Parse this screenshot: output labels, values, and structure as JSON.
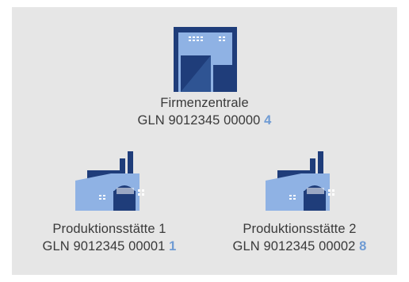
{
  "colors": {
    "background": "#e6e6e6",
    "dark_blue": "#1f3d7a",
    "light_blue": "#8fb2e4",
    "check_digit": "#6f9bd3",
    "text": "#3a3a3a"
  },
  "nodes": [
    {
      "icon": "office-building-icon",
      "name": "Firmenzentrale",
      "gln_prefix": "GLN 9012345 00000",
      "check_digit": "4"
    },
    {
      "icon": "factory-icon",
      "name": "Produktionsstätte 1",
      "gln_prefix": "GLN 9012345 00001",
      "check_digit": "1"
    },
    {
      "icon": "factory-icon",
      "name": "Produktionsstätte 2",
      "gln_prefix": "GLN 9012345 00002",
      "check_digit": "8"
    }
  ]
}
